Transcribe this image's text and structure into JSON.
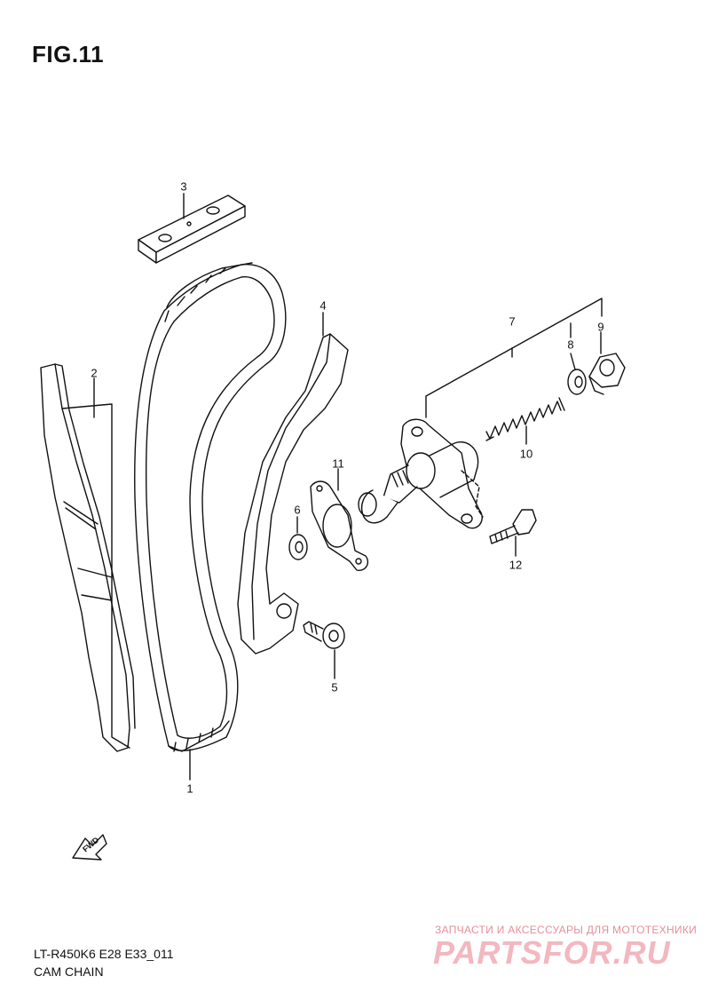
{
  "figure": {
    "title": "FIG.11"
  },
  "callouts": {
    "c1": "1",
    "c2": "2",
    "c3": "3",
    "c4": "4",
    "c5": "5",
    "c6": "6",
    "c7": "7",
    "c8": "8",
    "c9": "9",
    "c10": "10",
    "c11": "11",
    "c12": "12"
  },
  "fwd_label": "FWD",
  "footer": {
    "model": "LT-R450K6 E28 E33_011",
    "caption": "CAM CHAIN"
  },
  "watermark": {
    "top_text": "ЗАПЧАСТИ И АКСЕССУАРЫ ДЛЯ МОТОТЕХНИКИ",
    "logo_text": "PARTSFOR.RU"
  }
}
